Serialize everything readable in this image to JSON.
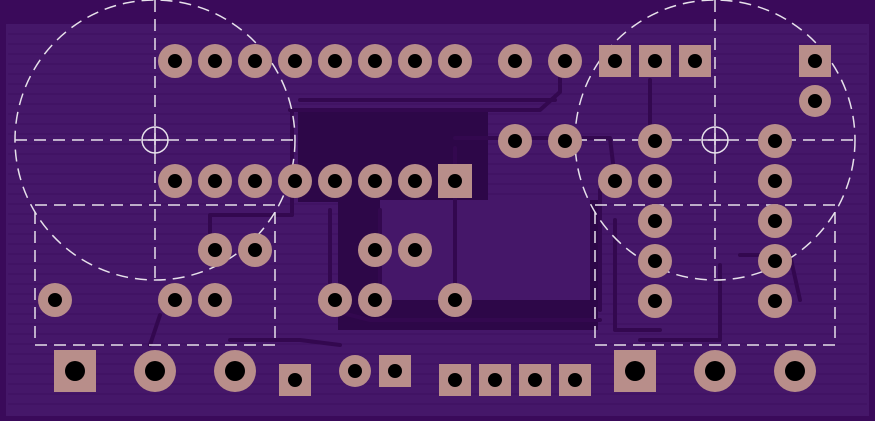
{
  "board": {
    "colors": {
      "substrate": "#3a0a5a",
      "soldermask": "#451769",
      "trace": "#33084f",
      "copper_fill": "#2d0748",
      "pad": "#b88e8a",
      "drill": "#000000",
      "silkscreen": "#e6e0ea"
    },
    "layers": [
      "substrate",
      "soldermask",
      "traces",
      "silkscreen",
      "pads"
    ],
    "components": [
      {
        "name": "potentiometer-left",
        "kind": "rotary-pot-footprint",
        "silkscreen": "dashed-circle-with-crosshair"
      },
      {
        "name": "potentiometer-right",
        "kind": "rotary-pot-footprint",
        "silkscreen": "dashed-circle-with-crosshair"
      },
      {
        "name": "ic-dip-16",
        "kind": "dip-socket",
        "pin_count": 16,
        "pin1_pad": "square"
      },
      {
        "name": "pot-left-lugs",
        "kind": "three-lug",
        "pin_count": 3
      },
      {
        "name": "pot-right-lugs",
        "kind": "three-lug",
        "pin_count": 3
      },
      {
        "name": "header-4pin",
        "kind": "pin-header",
        "pin_count": 4
      },
      {
        "name": "header-top-right",
        "kind": "pin-header",
        "pin_count": 3
      }
    ]
  }
}
